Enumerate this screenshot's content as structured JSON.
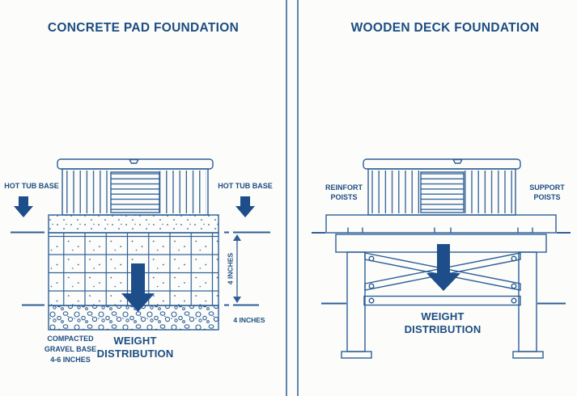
{
  "colors": {
    "background": "#fcfcfa",
    "line_blue": "#2d5f96",
    "text_navy": "#1c4d82",
    "arrow_fill": "#1d4e8a"
  },
  "panels": {
    "left": {
      "title": "CONCRETE PAD FOUNDATION",
      "hot_tub_base_left": "HOT TUB BASE",
      "hot_tub_base_right": "HOT TUB BASE",
      "pad_depth_label": "4 INCHES",
      "gravel_depth_label": "4 INCHES",
      "gravel_caption": {
        "line1": "COMPACTED",
        "line2": "GRAVEL BASE",
        "line3": "4-6 INCHES"
      },
      "weight": {
        "line1": "WEIGHT",
        "line2": "DISTRIBUTION"
      }
    },
    "right": {
      "title": "WOODEN DECK FOUNDATION",
      "reinforce": {
        "line1": "REINFORT",
        "line2": "POISTS"
      },
      "support": {
        "line1": "SUPPORT",
        "line2": "POISTS"
      },
      "weight": {
        "line1": "WEIGHT",
        "line2": "DISTRIBUTION"
      }
    }
  }
}
